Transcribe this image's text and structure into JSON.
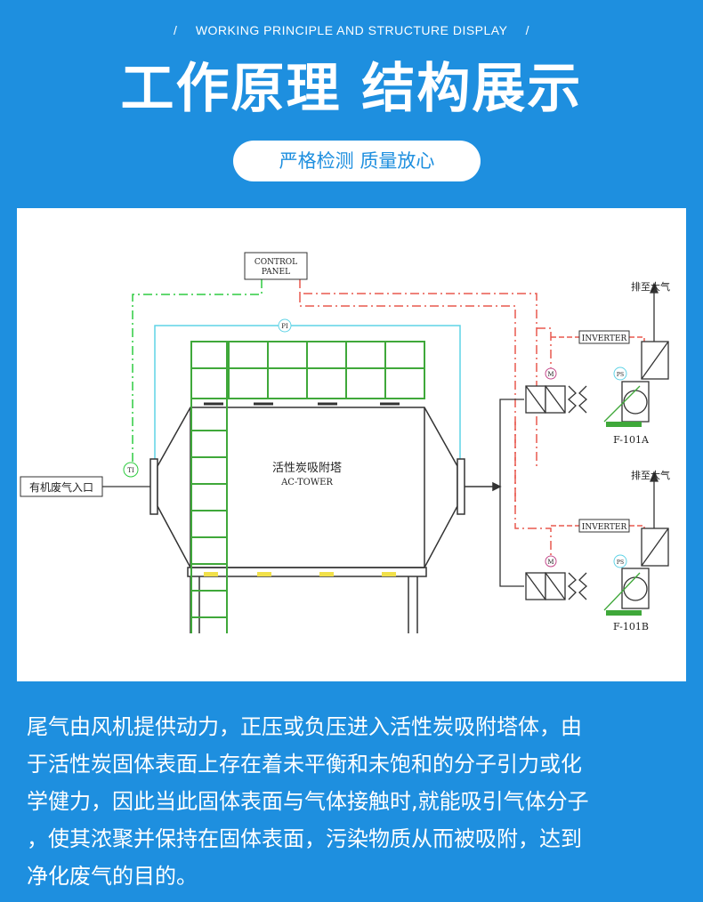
{
  "header": {
    "slash_left": "/",
    "english_title": "WORKING PRINCIPLE AND STRUCTURE DISPLAY",
    "slash_right": "/",
    "title": "工作原理 结构展示",
    "badge": "严格检测 质量放心"
  },
  "diagram": {
    "control_panel_line1": "CONTROL",
    "control_panel_line2": "PANEL",
    "inlet_label": "有机废气入口",
    "tower_label_cn": "活性炭吸附塔",
    "tower_label_en": "AC-TOWER",
    "inverter_a": "INVERTER",
    "inverter_b": "INVERTER",
    "exhaust_a": "排至大气",
    "exhaust_b": "排至大气",
    "fan_a": "F-101A",
    "fan_b": "F-101B",
    "gauge_pi": "PI",
    "gauge_m_a": "M",
    "gauge_m_b": "M",
    "gauge_ps_a": "PS",
    "gauge_ps_b": "PS",
    "gauge_ti": "TI"
  },
  "description": {
    "lines": [
      "尾气由风机提供动力，正压或负压进入活性炭吸附塔体，由",
      "于活性炭固体表面上存在着未平衡和未饱和的分子引力或化",
      "学健力，因此当此固体表面与气体接触时,就能吸引气体分子",
      "，使其浓聚并保持在固体表面，污染物质从而被吸附，达到",
      "净化废气的目的。"
    ]
  }
}
